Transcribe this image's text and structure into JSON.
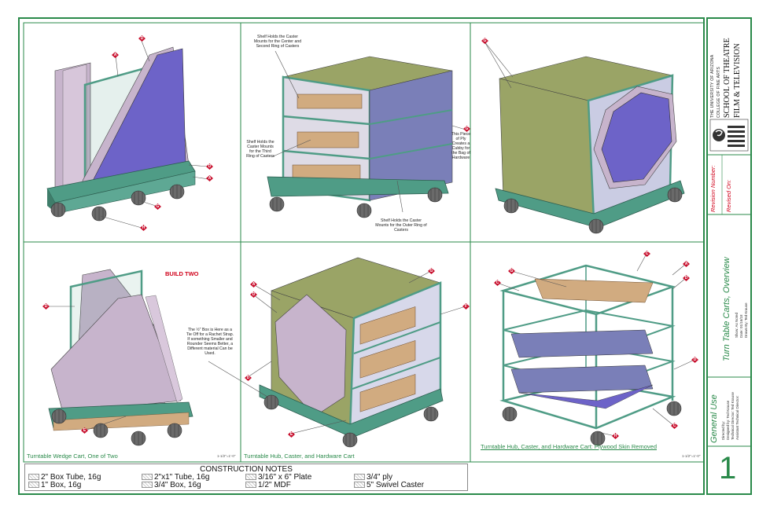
{
  "school": {
    "line1": "THE UNIVERSITY OF ARIZONA",
    "line2": "COLLEGE OF FINE ARTS",
    "line3": "SCHOOL OF THEATRE",
    "line4": "FILM & TELEVISION"
  },
  "title_block": {
    "revision_number_label": "Revision Number:",
    "revised_on_label": "Revised On:",
    "drawing_title": "Turn Table Carts, Overview",
    "show": "Show: As Noted",
    "date": "Date: 01/16/18",
    "drawn_by": "Drawn By: Ted Krause",
    "general_use": "General Use",
    "directed_by": "Directed by:",
    "designed_by": "Designed by:  Ted Krause",
    "technical_director": "Technical Director:  Ted Krause",
    "assistant_td": "Assistant Technical Director:",
    "sheet_number": "1"
  },
  "annotations": {
    "shelf_center": "Shelf Holds the Caster Mounts for the Center and Second Ring of Casters",
    "shelf_third": "Shelf Holds the Caster Mounts for the Third Ring of Casters",
    "shelf_outer": "Shelf Holds the Caster Mounts for the Outer Ring of Casters",
    "ply_cubby": "This Piece of Ply Creates a Cubby for the Bag of Hardware",
    "box_note": "The ½\" Box is Here as a Tie Off for a Rachet Strap. If something Smaller and Rounder Seems Better, a Different material Can be Used.",
    "build_two": "BUILD TWO"
  },
  "captions": {
    "wedge_cart": "Turntable Wedge Cart, One of Two",
    "hub_cart": "Turntable Hub, Caster, and Hardware Cart",
    "hub_cart_removed": "Turntable Hub, Caster, and Hardware Cart: Plywood Skin Removed",
    "scale_1": "1-1/2\"=1'-0\"",
    "scale_2": "1-1/2\"=1'-0\""
  },
  "construction_notes": {
    "title": "CONSTRUCTION NOTES",
    "items": [
      "2\" Box Tube, 16g",
      "2\"x1\" Tube, 16g",
      "3/16\" x  6\"  Plate",
      "3/4\" ply",
      "1\" Box, 16g",
      "3/4\" Box, 16g",
      "1/2\" MDF",
      "5\" Swivel Caster"
    ]
  },
  "markers": [
    "A",
    "B",
    "C",
    "D",
    "E",
    "F",
    "G",
    "H"
  ],
  "colors": {
    "border": "#2a8a4a",
    "marker": "#c8102e",
    "frame": "#4f9c86",
    "ply_top": "#9aa466",
    "ply_side": "#7a7fb8",
    "wedge_pink": "#c7b4cc",
    "wedge_blue": "#6d63c8",
    "mdf": "#d1ab80",
    "caster": "#5a5a5a"
  }
}
